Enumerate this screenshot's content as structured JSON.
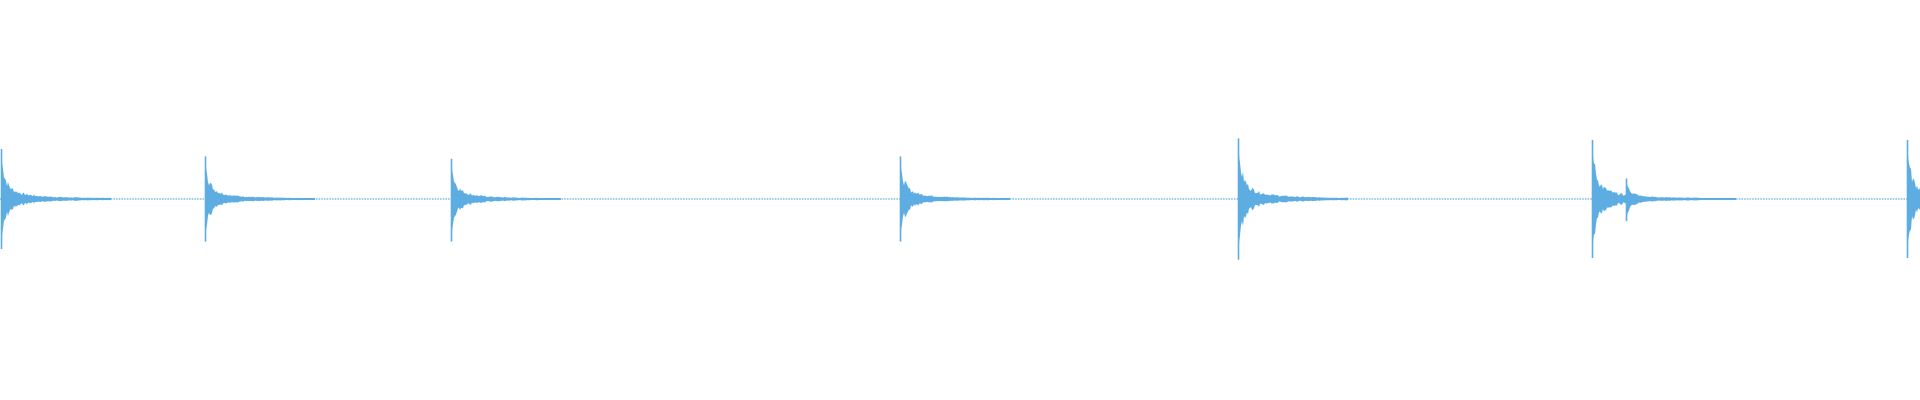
{
  "waveform": {
    "color": "#5dade2",
    "background": "#ffffff",
    "baseline_visible": true,
    "transients": [
      {
        "position": 0.0,
        "peak_up": 0.61,
        "peak_down": 0.61
      },
      {
        "position": 0.107,
        "peak_up": 0.52,
        "peak_down": 0.52
      },
      {
        "position": 0.235,
        "peak_up": 0.49,
        "peak_down": 0.52
      },
      {
        "position": 0.469,
        "peak_up": 0.52,
        "peak_down": 0.52
      },
      {
        "position": 0.645,
        "peak_up": 0.74,
        "peak_down": 0.74
      },
      {
        "position": 0.829,
        "peak_up": 0.72,
        "peak_down": 0.72
      },
      {
        "position": 0.847,
        "peak_up": 0.25,
        "peak_down": 0.27
      },
      {
        "position": 0.993,
        "peak_up": 0.72,
        "peak_down": 0.72
      }
    ]
  }
}
